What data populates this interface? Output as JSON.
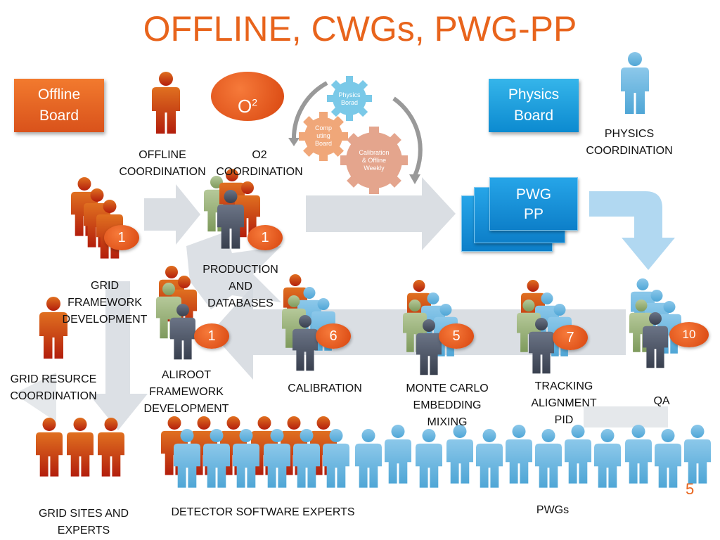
{
  "title": "OFFLINE, CWGs, PWG-PP",
  "boards": {
    "offline": {
      "line1": "Offline",
      "line2": "Board"
    },
    "physics": {
      "line1": "Physics",
      "line2": "Board"
    },
    "o2": {
      "text": "O",
      "sup": "2"
    }
  },
  "gears": {
    "physics": {
      "line1": "Physics",
      "line2": "Borad"
    },
    "computing": {
      "line1": "Comp",
      "line2": "uting",
      "line3": "Board"
    },
    "calibration": {
      "line1": "Calibration",
      "line2": "& Offline",
      "line3": "Weekly"
    }
  },
  "pwg_pp": {
    "line1": "PWG",
    "line2": "PP"
  },
  "labels": {
    "offline_coordination": [
      "OFFLINE",
      "COORDINATION"
    ],
    "o2_coordination": [
      "O2",
      "COORDINATION"
    ],
    "physics_coordination": [
      "PHYSICS",
      "COORDINATION"
    ],
    "grid_framework": [
      "GRID",
      "FRAMEWORK",
      "DEVELOPMENT"
    ],
    "production": [
      "PRODUCTION",
      "AND",
      "DATABASES"
    ],
    "grid_resource": [
      "GRID RESURCE",
      "COORDINATION"
    ],
    "aliroot": [
      "ALIROOT",
      "FRAMEWORK",
      "DEVELOPMENT"
    ],
    "calibration": [
      "CALIBRATION"
    ],
    "monte_carlo": [
      "MONTE CARLO",
      "EMBEDDING",
      "MIXING"
    ],
    "tracking": [
      "TRACKING",
      "ALIGNMENT",
      "PID"
    ],
    "qa": [
      "QA"
    ],
    "grid_sites": [
      "GRID SITES AND",
      "EXPERTS"
    ],
    "detector_experts": [
      "DETECTOR SOFTWARE EXPERTS"
    ],
    "pwgs": [
      "PWGs"
    ]
  },
  "badges": {
    "grid_framework": "1",
    "production": "1",
    "aliroot": "1",
    "calibration": "6",
    "monte_carlo": "5",
    "tracking": "7",
    "qa": "10"
  },
  "page_number": "5",
  "colors": {
    "accent": "#e8641c",
    "blue": "#1a96dc",
    "arrow": "#d3d8de",
    "person_orange": "#e07020",
    "person_red": "#b31e0c",
    "person_blue": "#4fa6d6",
    "person_green": "#7e9a5c",
    "person_dark": "#39404f"
  }
}
